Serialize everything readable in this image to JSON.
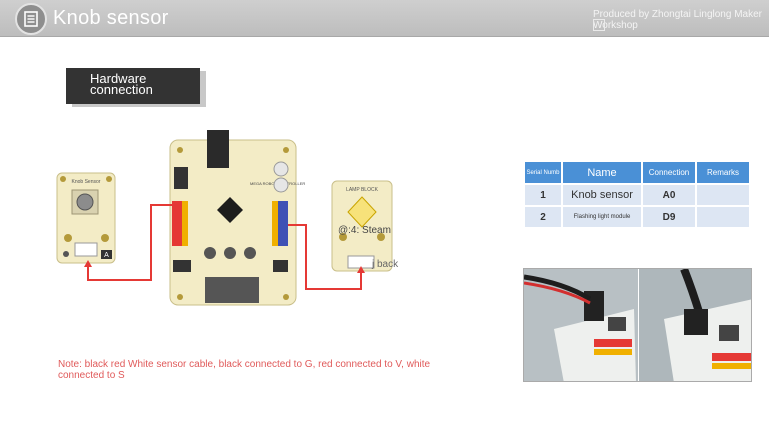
{
  "header": {
    "title": "Knob sensor",
    "credit": "Produced by Zhongtai Linglong Maker Workshop"
  },
  "hardware_label": "Hardware connection",
  "diagram": {
    "sensor_title": "Knob Sensor",
    "sensor_mark": "A",
    "controller_title": "MEGA ROBOT CONTROLLER",
    "led_title": "LAMP BLOCK",
    "overlay_label": "@:4: Steam",
    "overlay_sub": "j back",
    "wire_color": "#e53935"
  },
  "note": "Note: black red White sensor cable, black connected to G, red connected to V, white connected to S",
  "table": {
    "headers": {
      "serial": "Serial Numb",
      "name": "Name",
      "connection": "Connection",
      "remarks": "Remarks"
    },
    "rows": [
      {
        "serial": "1",
        "name": "Knob sensor",
        "connection": "A0",
        "remarks": ""
      },
      {
        "serial": "2",
        "name": "Flashing light module",
        "connection": "D9",
        "remarks": ""
      }
    ]
  },
  "colors": {
    "header_bg": "#c6c6c6",
    "accent_blue": "#4a90d6",
    "table_cell": "#dde6f3",
    "note_red": "#e05a5a"
  }
}
